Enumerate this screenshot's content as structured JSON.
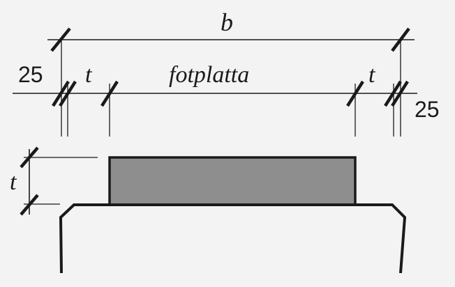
{
  "labels": {
    "total_width": "b",
    "plate_name": "fotplatta",
    "thickness_left": "t",
    "thickness_right": "t",
    "edge_left": "25",
    "edge_right": "25",
    "plate_height": "t"
  },
  "colors": {
    "plate_fill": "#8e8e8e",
    "line": "#1a1a1a",
    "background": "#f3f3f3"
  }
}
